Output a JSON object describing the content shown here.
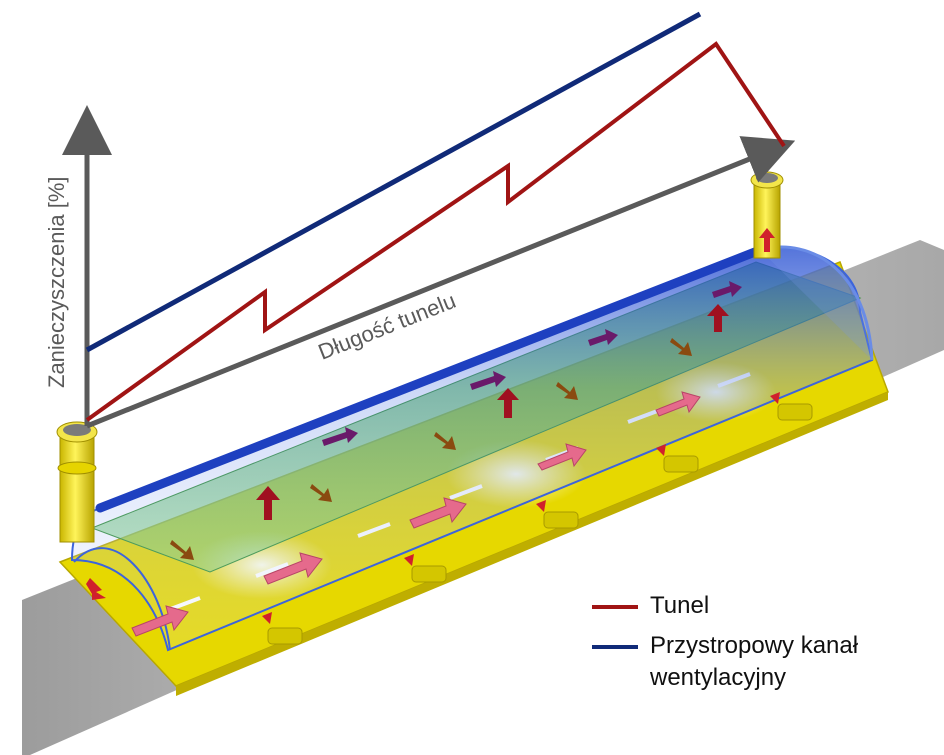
{
  "diagram": {
    "y_axis_label": "Zanieczyszczenia [%]",
    "x_axis_label": "Długość tunelu"
  },
  "legend": {
    "tunnel": {
      "label": "Tunel",
      "color": "#a01414"
    },
    "duct": {
      "label_line1": "Przystropowy kanał",
      "label_line2": "wentylacyjny",
      "color": "#102a78"
    }
  },
  "colors": {
    "axis": "#5a5a5a",
    "road": "#b8b8b8",
    "platform": "#e0d400",
    "tube": "#3c64dc",
    "duct_floor": "#3cb43c",
    "arrow": "#c8202c",
    "arrow_pink": "#e56a8c"
  },
  "icons": {
    "inlet_shaft": "shaft-icon",
    "outlet_shaft": "shaft-icon",
    "fan": "fan-icon"
  }
}
